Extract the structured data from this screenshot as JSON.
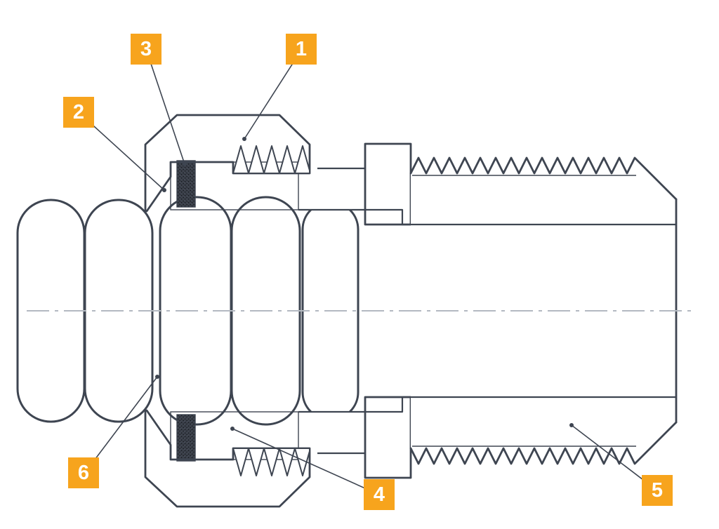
{
  "colors": {
    "line": "#3E4551",
    "accent": "#F7A41D",
    "background": "#FFFFFF",
    "centerline": "#B3B9C1",
    "callout_text": "#FFFFFF"
  },
  "callouts": [
    {
      "label": "1"
    },
    {
      "label": "2"
    },
    {
      "label": "3"
    },
    {
      "label": "4"
    },
    {
      "label": "5"
    },
    {
      "label": "6"
    }
  ]
}
